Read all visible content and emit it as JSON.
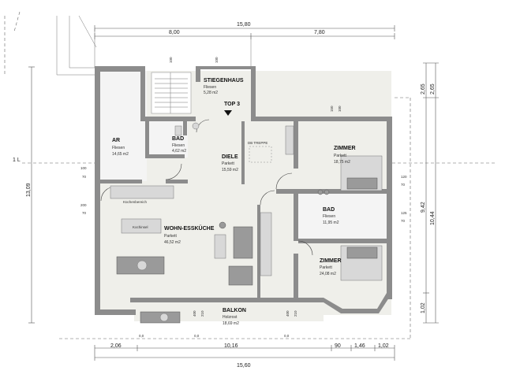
{
  "rooms": [
    {
      "name": "STIEGENHAUS",
      "floor": "Fliesen",
      "area": "5,28 m2"
    },
    {
      "name": "AR",
      "floor": "Fliesen",
      "area": "14,65 m2"
    },
    {
      "name": "BAD",
      "floor": "Fliesen",
      "area": "4,62 m2"
    },
    {
      "name": "DIELE",
      "floor": "Parkett",
      "area": "15,59 m2"
    },
    {
      "name": "ZIMMER",
      "floor": "Parkett",
      "area": "18,75 m2"
    },
    {
      "name": "BAD",
      "floor": "Fliesen",
      "area": "11,95 m2"
    },
    {
      "name": "WOHN-ESSKÜCHE",
      "floor": "Parkett",
      "area": "46,52 m2"
    },
    {
      "name": "ZIMMER",
      "floor": "Parkett",
      "area": "24,08 m2"
    },
    {
      "name": "BALKON",
      "floor": "Holzrost",
      "area": "18,69 m2"
    }
  ],
  "labels": {
    "unit": "TOP 3",
    "stair_label": "DB TREPPE",
    "kitchen_label": "Küchenbereich",
    "cooktop_label": "Kochinsel",
    "level_mark": "1 L"
  },
  "dimensions": {
    "top_total": "15,80",
    "top_left": "8,00",
    "top_right": "7,80",
    "bottom_total": "15,60",
    "bottom_segments": [
      "2,06",
      "10,16",
      "90",
      "1,46",
      "1,02"
    ],
    "left_height": "13,09",
    "right_outer": "10,44",
    "right_inner": "9,42",
    "right_top_a": "2,65",
    "right_top_b": "2,65",
    "right_bottom": "1,02",
    "window_marks": [
      "100",
      "70",
      "200",
      "70",
      "120",
      "70",
      "125",
      "70",
      "150",
      "100",
      "100",
      "100"
    ],
    "window_marks_balcony": [
      "400",
      "210",
      "400",
      "210"
    ],
    "zero_marks": [
      "0,0",
      "0,0",
      "0,0"
    ]
  }
}
